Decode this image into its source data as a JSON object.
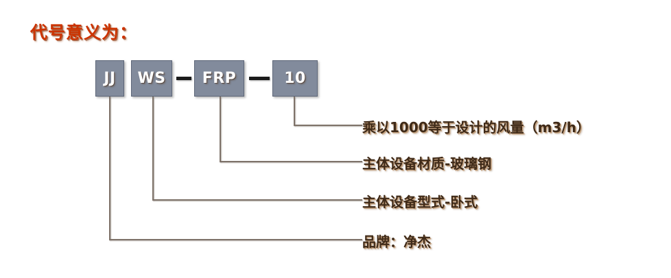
{
  "title": "代号意义为：",
  "colors": {
    "title": "#cc3300",
    "box_fill": "#828b9c",
    "box_border": "#5d6678",
    "box_text": "#ffffff",
    "leader_line": "#7e7269",
    "label_text": "#3f2a18",
    "hyphen": "#1b1b1b",
    "background": "#ffffff"
  },
  "code_boxes": [
    {
      "id": "jj",
      "text": "JJ"
    },
    {
      "id": "ws",
      "text": "WS"
    },
    {
      "id": "frp",
      "text": "FRP"
    },
    {
      "id": "qty",
      "text": "10"
    }
  ],
  "separators": [
    {
      "id": "sep-1",
      "glyph": "—"
    },
    {
      "id": "sep-2",
      "glyph": "—"
    }
  ],
  "labels": [
    {
      "id": "label-airflow",
      "source_box": "10",
      "text": "乘以1000等于设计的风量（m3/h）"
    },
    {
      "id": "label-material",
      "source_box": "FRP",
      "text": "主体设备材质-玻璃钢"
    },
    {
      "id": "label-type",
      "source_box": "WS",
      "text": "主体设备型式-卧式"
    },
    {
      "id": "label-brand",
      "source_box": "JJ",
      "text": "品牌：净杰"
    }
  ]
}
